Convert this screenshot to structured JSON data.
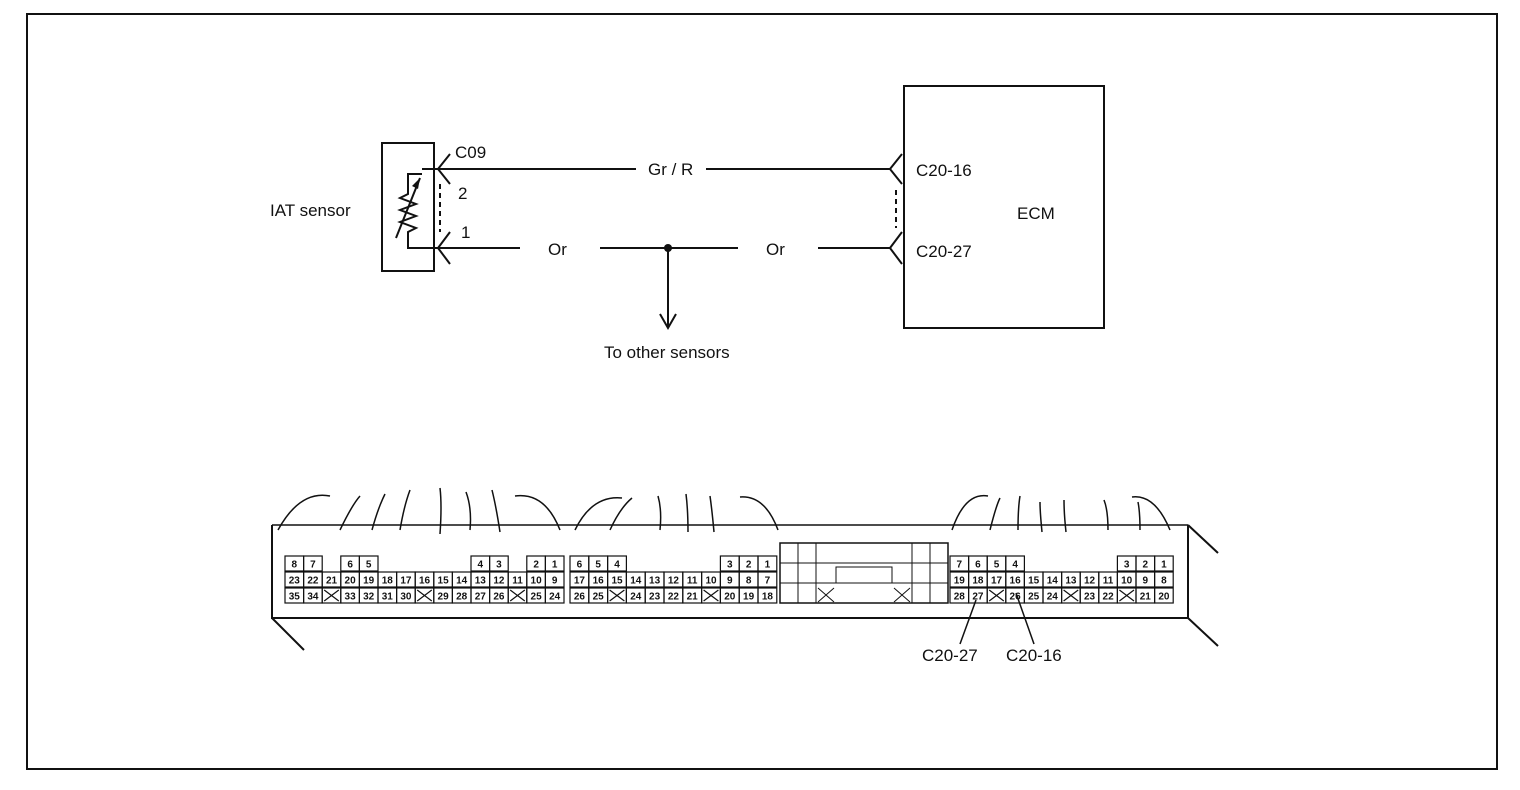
{
  "sensor": {
    "label": "IAT sensor",
    "connector": "C09",
    "pin_2": "2",
    "pin_1": "1"
  },
  "wires": {
    "signal_color": "Gr / R",
    "ground_color_left": "Or",
    "ground_color_right": "Or"
  },
  "ecm": {
    "label": "ECM",
    "terminal_signal": "C20-16",
    "terminal_ground": "C20-27"
  },
  "branch": {
    "label": "To other sensors"
  },
  "connector_view": {
    "callout_left": "C20-27",
    "callout_right": "C20-16",
    "groupA": {
      "row0": [
        "8",
        "7",
        "",
        "6",
        "5",
        "",
        "",
        "",
        "",
        "",
        "4",
        "3",
        "",
        "2",
        "1"
      ],
      "row1": [
        "23",
        "22",
        "21",
        "20",
        "19",
        "18",
        "17",
        "16",
        "15",
        "14",
        "13",
        "12",
        "11",
        "10",
        "9"
      ],
      "row2": [
        "35",
        "34",
        "X",
        "33",
        "32",
        "31",
        "30",
        "X",
        "29",
        "28",
        "27",
        "26",
        "X",
        "25",
        "24"
      ]
    },
    "groupB": {
      "row0": [
        "6",
        "5",
        "4",
        "",
        "",
        "",
        "",
        "",
        "3",
        "2",
        "1"
      ],
      "row1": [
        "17",
        "16",
        "15",
        "14",
        "13",
        "12",
        "11",
        "10",
        "9",
        "8",
        "7"
      ],
      "row2": [
        "26",
        "25",
        "X",
        "24",
        "23",
        "22",
        "21",
        "X",
        "20",
        "19",
        "18"
      ]
    },
    "groupC": {
      "row0": [
        "7",
        "6",
        "5",
        "4",
        "",
        "",
        "",
        "",
        "",
        "3",
        "2",
        "1"
      ],
      "row1": [
        "19",
        "18",
        "17",
        "16",
        "15",
        "14",
        "13",
        "12",
        "11",
        "10",
        "9",
        "8"
      ],
      "row2": [
        "28",
        "27",
        "X",
        "26",
        "25",
        "24",
        "X",
        "23",
        "22",
        "X",
        "21",
        "20"
      ]
    }
  }
}
